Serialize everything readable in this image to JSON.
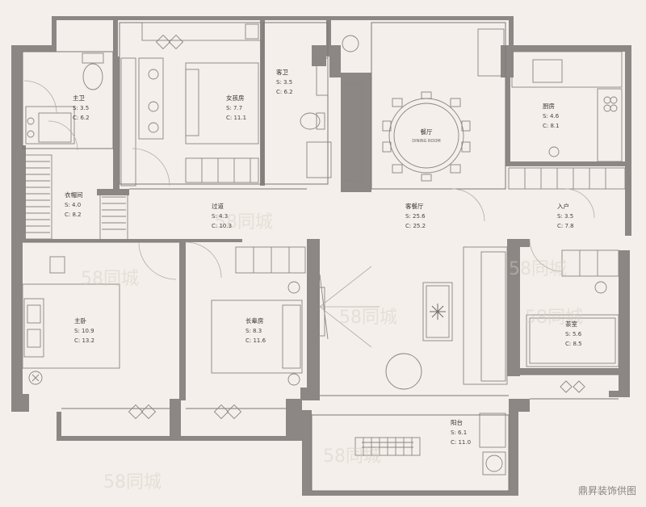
{
  "colors": {
    "background": "#f4efea",
    "wall": "#8c8784",
    "line": "#7d7774",
    "furniture": "#9a938f"
  },
  "rooms": [
    {
      "id": "master-bath",
      "name": "主卫",
      "s": "S: 3.5",
      "c": "C: 6.2"
    },
    {
      "id": "girls-room",
      "name": "女孩房",
      "s": "S: 7.7",
      "c": "C: 11.1"
    },
    {
      "id": "guest-bath",
      "name": "客卫",
      "s": "S: 3.5",
      "c": "C: 6.2"
    },
    {
      "id": "dining",
      "name": "餐厅",
      "sub": "DINING ROOM"
    },
    {
      "id": "kitchen",
      "name": "厨房",
      "s": "S: 4.6",
      "c": "C: 8.1"
    },
    {
      "id": "cloakroom",
      "name": "衣帽间",
      "s": "S: 4.0",
      "c": "C: 8.2"
    },
    {
      "id": "corridor",
      "name": "过道",
      "s": "S: 4.3",
      "c": "C: 10.3"
    },
    {
      "id": "living",
      "name": "客餐厅",
      "s": "S: 25.6",
      "c": "C: 25.2"
    },
    {
      "id": "entry",
      "name": "入户",
      "s": "S: 3.5",
      "c": "C: 7.8"
    },
    {
      "id": "master-bedroom",
      "name": "主卧",
      "s": "S: 10.9",
      "c": "C: 13.2"
    },
    {
      "id": "elder-room",
      "name": "长辈房",
      "s": "S: 8.3",
      "c": "C: 11.6"
    },
    {
      "id": "tea-room",
      "name": "茶室",
      "s": "S: 5.6",
      "c": "C: 8.5"
    },
    {
      "id": "balcony",
      "name": "阳台",
      "s": "S: 6.1",
      "c": "C: 11.0"
    }
  ],
  "watermark": "58同城",
  "credit": "鼎昇装饰供图"
}
